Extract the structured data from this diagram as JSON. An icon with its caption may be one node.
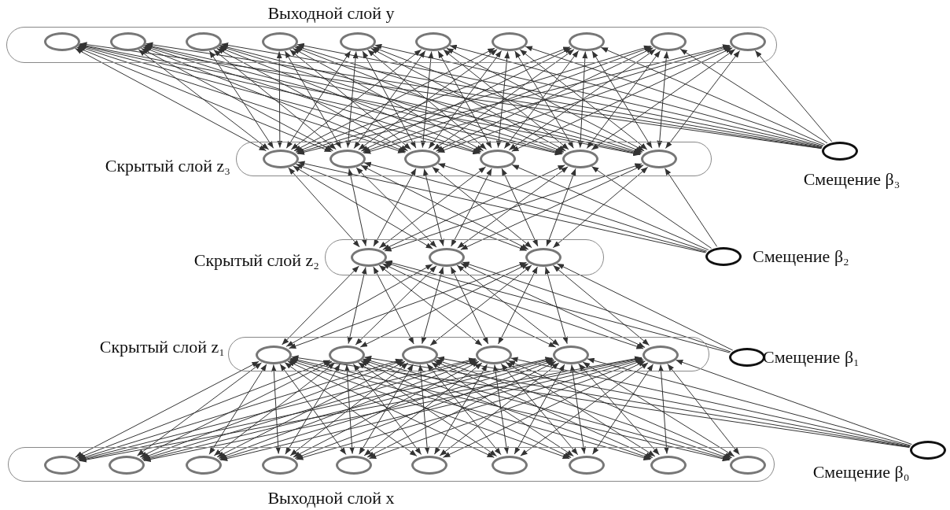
{
  "diagram": {
    "nodes": [
      {
        "text": [
          "Выходной слой y"
        ]
      },
      {
        "text": [],
        "shape": "circle",
        "in": 0
      },
      {
        "text": [],
        "shape": "circle",
        "in": 0
      },
      {
        "text": [],
        "shape": "circle",
        "in": 0
      },
      {
        "text": [],
        "shape": "circle",
        "in": 0
      },
      {
        "text": [],
        "shape": "circle",
        "in": 0
      },
      {
        "text": [],
        "shape": "circle",
        "in": 0
      },
      {
        "text": [],
        "shape": "circle",
        "in": 0
      },
      {
        "text": [],
        "shape": "circle",
        "in": 0
      },
      {
        "text": [],
        "shape": "circle",
        "in": 0
      },
      {
        "text": [],
        "shape": "circle",
        "in": 0
      },
      {
        "text": [
          "Скрытый слой z₃"
        ]
      },
      {
        "text": [],
        "shape": "circle",
        "in": 11
      },
      {
        "text": [],
        "shape": "circle",
        "in": 11
      },
      {
        "text": [],
        "shape": "circle",
        "in": 11
      },
      {
        "text": [],
        "shape": "circle",
        "in": 11
      },
      {
        "text": [],
        "shape": "circle",
        "in": 11
      },
      {
        "text": [],
        "shape": "circle",
        "in": 11
      },
      {
        "text": [],
        "shape": "circle",
        "beside": [
          "Смещение β₃"
        ]
      },
      {
        "text": [
          "Скрытый слой z₂"
        ]
      },
      {
        "text": [],
        "shape": "circle",
        "in": 19
      },
      {
        "text": [],
        "shape": "circle",
        "in": 19
      },
      {
        "text": [],
        "shape": "circle",
        "in": 19
      },
      {
        "text": [],
        "shape": "circle",
        "beside": [
          "Смещение β₂"
        ]
      },
      {
        "text": [
          "Скрытый слой z₁"
        ]
      },
      {
        "text": [],
        "shape": "circle",
        "in": 24
      },
      {
        "text": [],
        "shape": "circle",
        "in": 24
      },
      {
        "text": [],
        "shape": "circle",
        "in": 24
      },
      {
        "text": [],
        "shape": "circle",
        "in": 24
      },
      {
        "text": [],
        "shape": "circle",
        "in": 24
      },
      {
        "text": [],
        "shape": "circle",
        "in": 24
      },
      {
        "text": [],
        "shape": "circle",
        "beside": [
          "Смещение β₁"
        ]
      },
      {
        "text": [],
        "shape": "circle",
        "beside": [
          "Смещение β₀"
        ]
      },
      {
        "text": [
          "Выходной слой x"
        ]
      },
      {
        "text": [],
        "shape": "circle",
        "in": 33
      },
      {
        "text": [],
        "shape": "circle",
        "in": 33
      },
      {
        "text": [],
        "shape": "circle",
        "in": 33
      },
      {
        "text": [],
        "shape": "circle",
        "in": 33
      },
      {
        "text": [],
        "shape": "circle",
        "in": 33
      },
      {
        "text": [],
        "shape": "circle",
        "in": 33
      },
      {
        "text": [],
        "shape": "circle",
        "in": 33
      },
      {
        "text": [],
        "shape": "circle",
        "in": 33
      },
      {
        "text": [],
        "shape": "circle",
        "in": 33
      },
      {
        "text": [],
        "shape": "circle",
        "in": 33
      }
    ],
    "edges": [
      {
        "from": 12,
        "to": 1,
        "arrow": "both"
      },
      {
        "from": 12,
        "to": 2,
        "arrow": "both"
      },
      {
        "from": 12,
        "to": 3,
        "arrow": "both"
      },
      {
        "from": 12,
        "to": 4,
        "arrow": "both"
      },
      {
        "from": 12,
        "to": 5,
        "arrow": "both"
      },
      {
        "from": 12,
        "to": 6,
        "arrow": "both"
      },
      {
        "from": 12,
        "to": 7,
        "arrow": "both"
      },
      {
        "from": 12,
        "to": 8,
        "arrow": "both"
      },
      {
        "from": 12,
        "to": 9,
        "arrow": "both"
      },
      {
        "from": 12,
        "to": 10,
        "arrow": "both"
      },
      {
        "from": 13,
        "to": 1,
        "arrow": "both"
      },
      {
        "from": 13,
        "to": 2,
        "arrow": "both"
      },
      {
        "from": 13,
        "to": 3,
        "arrow": "both"
      },
      {
        "from": 13,
        "to": 4,
        "arrow": "both"
      },
      {
        "from": 13,
        "to": 5,
        "arrow": "both"
      },
      {
        "from": 13,
        "to": 6,
        "arrow": "both"
      },
      {
        "from": 13,
        "to": 7,
        "arrow": "both"
      },
      {
        "from": 13,
        "to": 8,
        "arrow": "both"
      },
      {
        "from": 13,
        "to": 9,
        "arrow": "both"
      },
      {
        "from": 13,
        "to": 10,
        "arrow": "both"
      },
      {
        "from": 14,
        "to": 1,
        "arrow": "both"
      },
      {
        "from": 14,
        "to": 2,
        "arrow": "both"
      },
      {
        "from": 14,
        "to": 3,
        "arrow": "both"
      },
      {
        "from": 14,
        "to": 4,
        "arrow": "both"
      },
      {
        "from": 14,
        "to": 5,
        "arrow": "both"
      },
      {
        "from": 14,
        "to": 6,
        "arrow": "both"
      },
      {
        "from": 14,
        "to": 7,
        "arrow": "both"
      },
      {
        "from": 14,
        "to": 8,
        "arrow": "both"
      },
      {
        "from": 14,
        "to": 9,
        "arrow": "both"
      },
      {
        "from": 14,
        "to": 10,
        "arrow": "both"
      },
      {
        "from": 15,
        "to": 1,
        "arrow": "both"
      },
      {
        "from": 15,
        "to": 2,
        "arrow": "both"
      },
      {
        "from": 15,
        "to": 3,
        "arrow": "both"
      },
      {
        "from": 15,
        "to": 4,
        "arrow": "both"
      },
      {
        "from": 15,
        "to": 5,
        "arrow": "both"
      },
      {
        "from": 15,
        "to": 6,
        "arrow": "both"
      },
      {
        "from": 15,
        "to": 7,
        "arrow": "both"
      },
      {
        "from": 15,
        "to": 8,
        "arrow": "both"
      },
      {
        "from": 15,
        "to": 9,
        "arrow": "both"
      },
      {
        "from": 15,
        "to": 10,
        "arrow": "both"
      },
      {
        "from": 16,
        "to": 1,
        "arrow": "both"
      },
      {
        "from": 16,
        "to": 2,
        "arrow": "both"
      },
      {
        "from": 16,
        "to": 3,
        "arrow": "both"
      },
      {
        "from": 16,
        "to": 4,
        "arrow": "both"
      },
      {
        "from": 16,
        "to": 5,
        "arrow": "both"
      },
      {
        "from": 16,
        "to": 6,
        "arrow": "both"
      },
      {
        "from": 16,
        "to": 7,
        "arrow": "both"
      },
      {
        "from": 16,
        "to": 8,
        "arrow": "both"
      },
      {
        "from": 16,
        "to": 9,
        "arrow": "both"
      },
      {
        "from": 16,
        "to": 10,
        "arrow": "both"
      },
      {
        "from": 17,
        "to": 1,
        "arrow": "both"
      },
      {
        "from": 17,
        "to": 2,
        "arrow": "both"
      },
      {
        "from": 17,
        "to": 3,
        "arrow": "both"
      },
      {
        "from": 17,
        "to": 4,
        "arrow": "both"
      },
      {
        "from": 17,
        "to": 5,
        "arrow": "both"
      },
      {
        "from": 17,
        "to": 6,
        "arrow": "both"
      },
      {
        "from": 17,
        "to": 7,
        "arrow": "both"
      },
      {
        "from": 17,
        "to": 8,
        "arrow": "both"
      },
      {
        "from": 17,
        "to": 9,
        "arrow": "both"
      },
      {
        "from": 17,
        "to": 10,
        "arrow": "both"
      },
      {
        "from": 18,
        "to": 1,
        "arrow": "to"
      },
      {
        "from": 18,
        "to": 2,
        "arrow": "to"
      },
      {
        "from": 18,
        "to": 3,
        "arrow": "to"
      },
      {
        "from": 18,
        "to": 4,
        "arrow": "to"
      },
      {
        "from": 18,
        "to": 5,
        "arrow": "to"
      },
      {
        "from": 18,
        "to": 6,
        "arrow": "to"
      },
      {
        "from": 18,
        "to": 7,
        "arrow": "to"
      },
      {
        "from": 18,
        "to": 8,
        "arrow": "to"
      },
      {
        "from": 18,
        "to": 9,
        "arrow": "to"
      },
      {
        "from": 18,
        "to": 10,
        "arrow": "to"
      },
      {
        "from": 20,
        "to": 12,
        "arrow": "both"
      },
      {
        "from": 20,
        "to": 13,
        "arrow": "both"
      },
      {
        "from": 20,
        "to": 14,
        "arrow": "both"
      },
      {
        "from": 20,
        "to": 15,
        "arrow": "both"
      },
      {
        "from": 20,
        "to": 16,
        "arrow": "both"
      },
      {
        "from": 20,
        "to": 17,
        "arrow": "both"
      },
      {
        "from": 21,
        "to": 12,
        "arrow": "both"
      },
      {
        "from": 21,
        "to": 13,
        "arrow": "both"
      },
      {
        "from": 21,
        "to": 14,
        "arrow": "both"
      },
      {
        "from": 21,
        "to": 15,
        "arrow": "both"
      },
      {
        "from": 21,
        "to": 16,
        "arrow": "both"
      },
      {
        "from": 21,
        "to": 17,
        "arrow": "both"
      },
      {
        "from": 22,
        "to": 12,
        "arrow": "both"
      },
      {
        "from": 22,
        "to": 13,
        "arrow": "both"
      },
      {
        "from": 22,
        "to": 14,
        "arrow": "both"
      },
      {
        "from": 22,
        "to": 15,
        "arrow": "both"
      },
      {
        "from": 22,
        "to": 16,
        "arrow": "both"
      },
      {
        "from": 22,
        "to": 17,
        "arrow": "both"
      },
      {
        "from": 23,
        "to": 12,
        "arrow": "to"
      },
      {
        "from": 23,
        "to": 13,
        "arrow": "to"
      },
      {
        "from": 23,
        "to": 14,
        "arrow": "to"
      },
      {
        "from": 23,
        "to": 15,
        "arrow": "to"
      },
      {
        "from": 23,
        "to": 16,
        "arrow": "to"
      },
      {
        "from": 23,
        "to": 17,
        "arrow": "to"
      },
      {
        "from": 25,
        "to": 20,
        "arrow": "both"
      },
      {
        "from": 25,
        "to": 21,
        "arrow": "both"
      },
      {
        "from": 25,
        "to": 22,
        "arrow": "both"
      },
      {
        "from": 26,
        "to": 20,
        "arrow": "both"
      },
      {
        "from": 26,
        "to": 21,
        "arrow": "both"
      },
      {
        "from": 26,
        "to": 22,
        "arrow": "both"
      },
      {
        "from": 27,
        "to": 20,
        "arrow": "both"
      },
      {
        "from": 27,
        "to": 21,
        "arrow": "both"
      },
      {
        "from": 27,
        "to": 22,
        "arrow": "both"
      },
      {
        "from": 28,
        "to": 20,
        "arrow": "both"
      },
      {
        "from": 28,
        "to": 21,
        "arrow": "both"
      },
      {
        "from": 28,
        "to": 22,
        "arrow": "both"
      },
      {
        "from": 29,
        "to": 20,
        "arrow": "both"
      },
      {
        "from": 29,
        "to": 21,
        "arrow": "both"
      },
      {
        "from": 29,
        "to": 22,
        "arrow": "both"
      },
      {
        "from": 30,
        "to": 20,
        "arrow": "both"
      },
      {
        "from": 30,
        "to": 21,
        "arrow": "both"
      },
      {
        "from": 30,
        "to": 22,
        "arrow": "both"
      },
      {
        "from": 31,
        "to": 20,
        "arrow": "to"
      },
      {
        "from": 31,
        "to": 21,
        "arrow": "to"
      },
      {
        "from": 31,
        "to": 22,
        "arrow": "to"
      },
      {
        "from": 34,
        "to": 25,
        "arrow": "both"
      },
      {
        "from": 34,
        "to": 26,
        "arrow": "both"
      },
      {
        "from": 34,
        "to": 27,
        "arrow": "both"
      },
      {
        "from": 34,
        "to": 28,
        "arrow": "both"
      },
      {
        "from": 34,
        "to": 29,
        "arrow": "both"
      },
      {
        "from": 34,
        "to": 30,
        "arrow": "both"
      },
      {
        "from": 35,
        "to": 25,
        "arrow": "both"
      },
      {
        "from": 35,
        "to": 26,
        "arrow": "both"
      },
      {
        "from": 35,
        "to": 27,
        "arrow": "both"
      },
      {
        "from": 35,
        "to": 28,
        "arrow": "both"
      },
      {
        "from": 35,
        "to": 29,
        "arrow": "both"
      },
      {
        "from": 35,
        "to": 30,
        "arrow": "both"
      },
      {
        "from": 36,
        "to": 25,
        "arrow": "both"
      },
      {
        "from": 36,
        "to": 26,
        "arrow": "both"
      },
      {
        "from": 36,
        "to": 27,
        "arrow": "both"
      },
      {
        "from": 36,
        "to": 28,
        "arrow": "both"
      },
      {
        "from": 36,
        "to": 29,
        "arrow": "both"
      },
      {
        "from": 36,
        "to": 30,
        "arrow": "both"
      },
      {
        "from": 37,
        "to": 25,
        "arrow": "both"
      },
      {
        "from": 37,
        "to": 26,
        "arrow": "both"
      },
      {
        "from": 37,
        "to": 27,
        "arrow": "both"
      },
      {
        "from": 37,
        "to": 28,
        "arrow": "both"
      },
      {
        "from": 37,
        "to": 29,
        "arrow": "both"
      },
      {
        "from": 37,
        "to": 30,
        "arrow": "both"
      },
      {
        "from": 38,
        "to": 25,
        "arrow": "both"
      },
      {
        "from": 38,
        "to": 26,
        "arrow": "both"
      },
      {
        "from": 38,
        "to": 27,
        "arrow": "both"
      },
      {
        "from": 38,
        "to": 28,
        "arrow": "both"
      },
      {
        "from": 38,
        "to": 29,
        "arrow": "both"
      },
      {
        "from": 38,
        "to": 30,
        "arrow": "both"
      },
      {
        "from": 39,
        "to": 25,
        "arrow": "both"
      },
      {
        "from": 39,
        "to": 26,
        "arrow": "both"
      },
      {
        "from": 39,
        "to": 27,
        "arrow": "both"
      },
      {
        "from": 39,
        "to": 28,
        "arrow": "both"
      },
      {
        "from": 39,
        "to": 29,
        "arrow": "both"
      },
      {
        "from": 39,
        "to": 30,
        "arrow": "both"
      },
      {
        "from": 40,
        "to": 25,
        "arrow": "both"
      },
      {
        "from": 40,
        "to": 26,
        "arrow": "both"
      },
      {
        "from": 40,
        "to": 27,
        "arrow": "both"
      },
      {
        "from": 40,
        "to": 28,
        "arrow": "both"
      },
      {
        "from": 40,
        "to": 29,
        "arrow": "both"
      },
      {
        "from": 40,
        "to": 30,
        "arrow": "both"
      },
      {
        "from": 41,
        "to": 25,
        "arrow": "both"
      },
      {
        "from": 41,
        "to": 26,
        "arrow": "both"
      },
      {
        "from": 41,
        "to": 27,
        "arrow": "both"
      },
      {
        "from": 41,
        "to": 28,
        "arrow": "both"
      },
      {
        "from": 41,
        "to": 29,
        "arrow": "both"
      },
      {
        "from": 41,
        "to": 30,
        "arrow": "both"
      },
      {
        "from": 42,
        "to": 25,
        "arrow": "both"
      },
      {
        "from": 42,
        "to": 26,
        "arrow": "both"
      },
      {
        "from": 42,
        "to": 27,
        "arrow": "both"
      },
      {
        "from": 42,
        "to": 28,
        "arrow": "both"
      },
      {
        "from": 42,
        "to": 29,
        "arrow": "both"
      },
      {
        "from": 42,
        "to": 30,
        "arrow": "both"
      },
      {
        "from": 43,
        "to": 25,
        "arrow": "both"
      },
      {
        "from": 43,
        "to": 26,
        "arrow": "both"
      },
      {
        "from": 43,
        "to": 27,
        "arrow": "both"
      },
      {
        "from": 43,
        "to": 28,
        "arrow": "both"
      },
      {
        "from": 43,
        "to": 29,
        "arrow": "both"
      },
      {
        "from": 43,
        "to": 30,
        "arrow": "both"
      },
      {
        "from": 32,
        "to": 25,
        "arrow": "to"
      },
      {
        "from": 32,
        "to": 26,
        "arrow": "to"
      },
      {
        "from": 32,
        "to": 27,
        "arrow": "to"
      },
      {
        "from": 32,
        "to": 28,
        "arrow": "to"
      },
      {
        "from": 32,
        "to": 29,
        "arrow": "to"
      },
      {
        "from": 32,
        "to": 30,
        "arrow": "to"
      }
    ]
  }
}
